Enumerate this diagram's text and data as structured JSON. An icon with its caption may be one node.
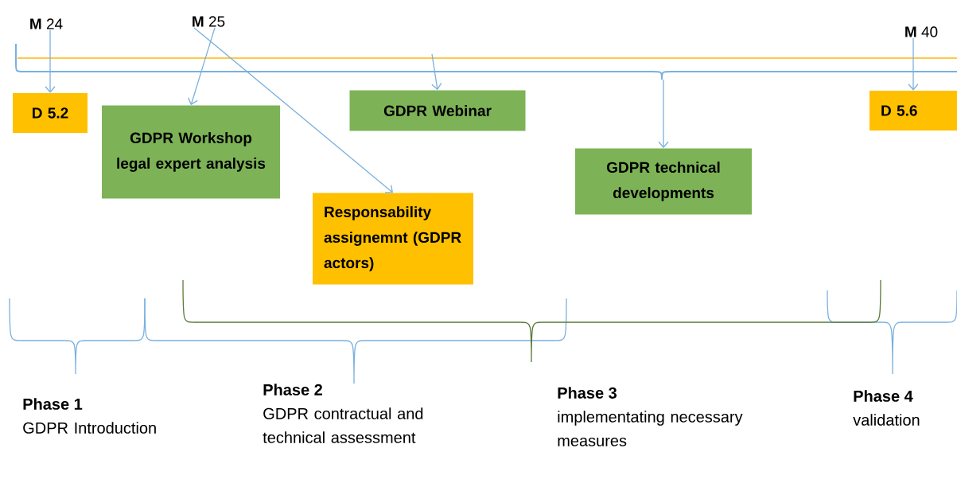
{
  "diagram": {
    "nodes": [
      {
        "text": [
          "**M** 24"
        ]
      },
      {
        "text": [
          "**M** 25"
        ]
      },
      {
        "text": [
          "**M** 40"
        ]
      },
      {
        "text": [
          "D 5.2"
        ]
      },
      {
        "text": [
          "GDPR Workshop legal expert analysis"
        ]
      },
      {
        "text": [
          "GDPR Webinar"
        ]
      },
      {
        "text": [
          "Responsability assignemnt (GDPR actors)"
        ]
      },
      {
        "text": [
          "GDPR technical developments"
        ]
      },
      {
        "text": [
          "D 5.6"
        ]
      }
    ],
    "edges": [
      {
        "from": 0,
        "to": 3,
        "arrow": "to"
      },
      {
        "from": 1,
        "to": 4,
        "arrow": "to"
      },
      {
        "from": 1,
        "to": 6,
        "arrow": "to"
      },
      {
        "from": null,
        "to": 5,
        "arrow": "to"
      },
      {
        "from": null,
        "to": 7,
        "arrow": "to"
      },
      {
        "from": 2,
        "to": 8,
        "arrow": "to"
      }
    ],
    "labels": [
      "Phase 1",
      "GDPR Introduction",
      "Phase 2",
      "GDPR contractual and technical assessment",
      "Phase 3",
      "implementating necessary measures",
      "Phase 4",
      "validation"
    ]
  }
}
